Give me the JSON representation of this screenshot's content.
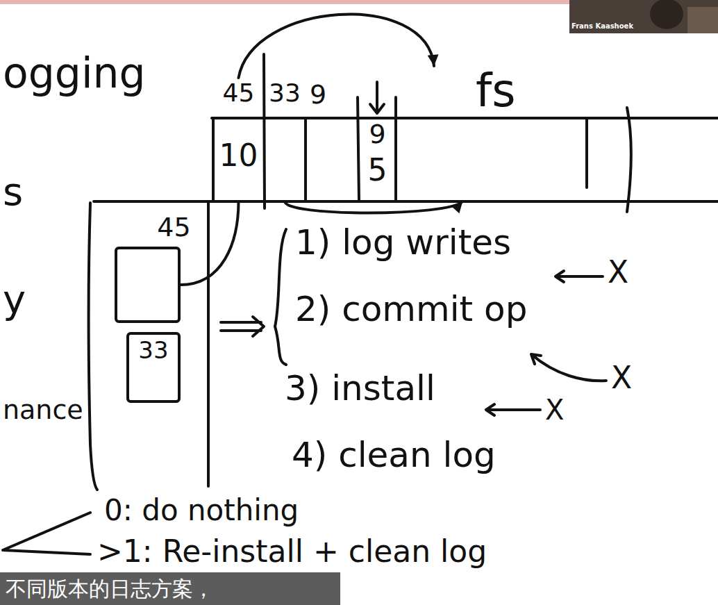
{
  "diagram": {
    "nodes": [
      {
        "text": [
          "45",
          "10"
        ]
      },
      {
        "text": [
          "33"
        ]
      },
      {
        "text": [
          "9",
          "5"
        ]
      },
      {
        "text": [
          "fs"
        ]
      },
      {
        "text": [
          "45"
        ]
      },
      {
        "text": [
          "33"
        ]
      }
    ],
    "edges": [
      {
        "from": 4,
        "to": 0,
        "arrow": "none"
      },
      {
        "from": 0,
        "to": 3,
        "arrow": "to"
      },
      {
        "from": 1,
        "to": 3,
        "arrow": "to"
      }
    ],
    "labels": [
      "Frans Kaashoek",
      "ogging",
      "s",
      "y",
      "nance",
      "9",
      "1) log writes",
      "2) commit op",
      "3) install",
      "4) clean log",
      "X",
      "X",
      "X",
      "0: do nothing",
      ">1: Re-install + clean log",
      "不同版本的日志方案，"
    ]
  }
}
